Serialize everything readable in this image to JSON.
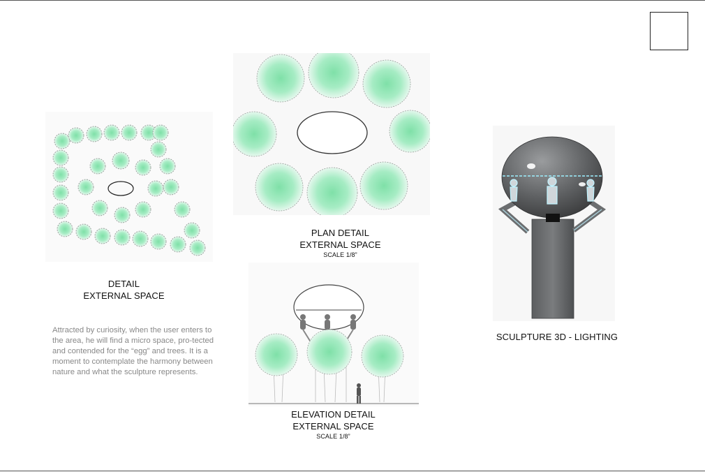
{
  "detail": {
    "line1": "DETAIL",
    "line2": "EXTERNAL SPACE"
  },
  "description": "Attracted by curiosity, when the user enters to the area, he will find a micro space, pro-tected and contended for the “egg” and trees. It is a moment to contemplate the harmony between nature and what the sculpture represents.",
  "plan": {
    "line1": "PLAN DETAIL",
    "line2": "EXTERNAL SPACE",
    "scale": "SCALE 1/8”"
  },
  "elevation": {
    "line1": "ELEVATION DETAIL",
    "line2": "EXTERNAL SPACE",
    "scale": "SCALE 1/8”"
  },
  "sculpture": {
    "caption": "SCULPTURE 3D - LIGHTING"
  },
  "colors": {
    "tree": "#8fe6b4",
    "sculpture": "#6d6f70",
    "glow": "#bff3ff"
  }
}
